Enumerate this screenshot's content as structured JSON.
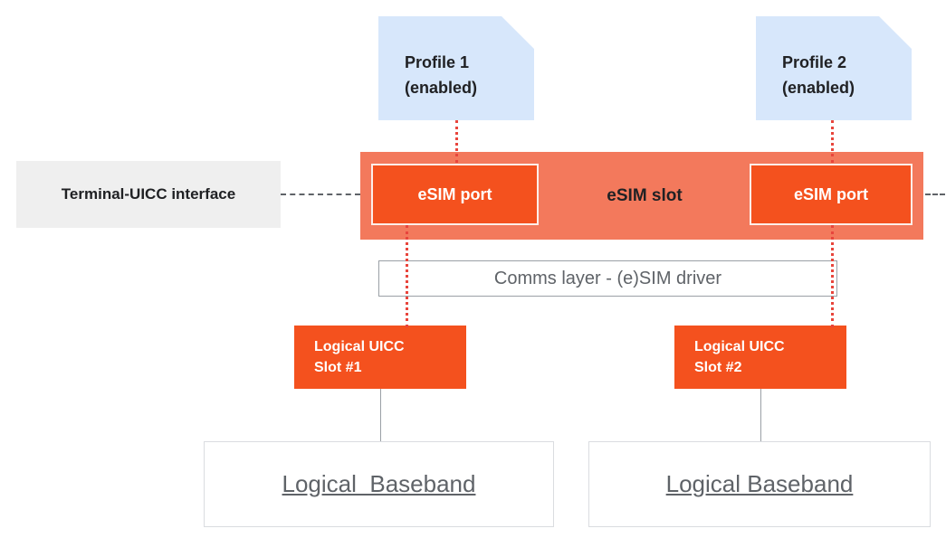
{
  "colors": {
    "profile_bg": "#D7E7FB",
    "esim_slot_bg": "#F3795C",
    "esim_port_bg": "#F4511E",
    "red_dotted_line": "#E8453C",
    "gray_text": "#5F6368",
    "terminal_box_bg": "#EFEFEF",
    "comms_border": "#9AA0A6",
    "baseband_border": "#DADCE0"
  },
  "profiles": [
    {
      "line1": "Profile 1",
      "line2": "(enabled)"
    },
    {
      "line1": "Profile 2",
      "line2": "(enabled)"
    }
  ],
  "terminal_interface": {
    "label": "Terminal-UICC interface"
  },
  "esim_slot": {
    "label": "eSIM slot",
    "ports": [
      {
        "label": "eSIM port"
      },
      {
        "label": "eSIM port"
      }
    ]
  },
  "comms_layer": {
    "label": "Comms layer - (e)SIM driver"
  },
  "logical_slots": [
    {
      "line1": "Logical UICC",
      "line2": "Slot #1"
    },
    {
      "line1": "Logical UICC",
      "line2": "Slot #2"
    }
  ],
  "basebands": [
    {
      "label": "Logical  Baseband"
    },
    {
      "label": "Logical Baseband"
    }
  ]
}
